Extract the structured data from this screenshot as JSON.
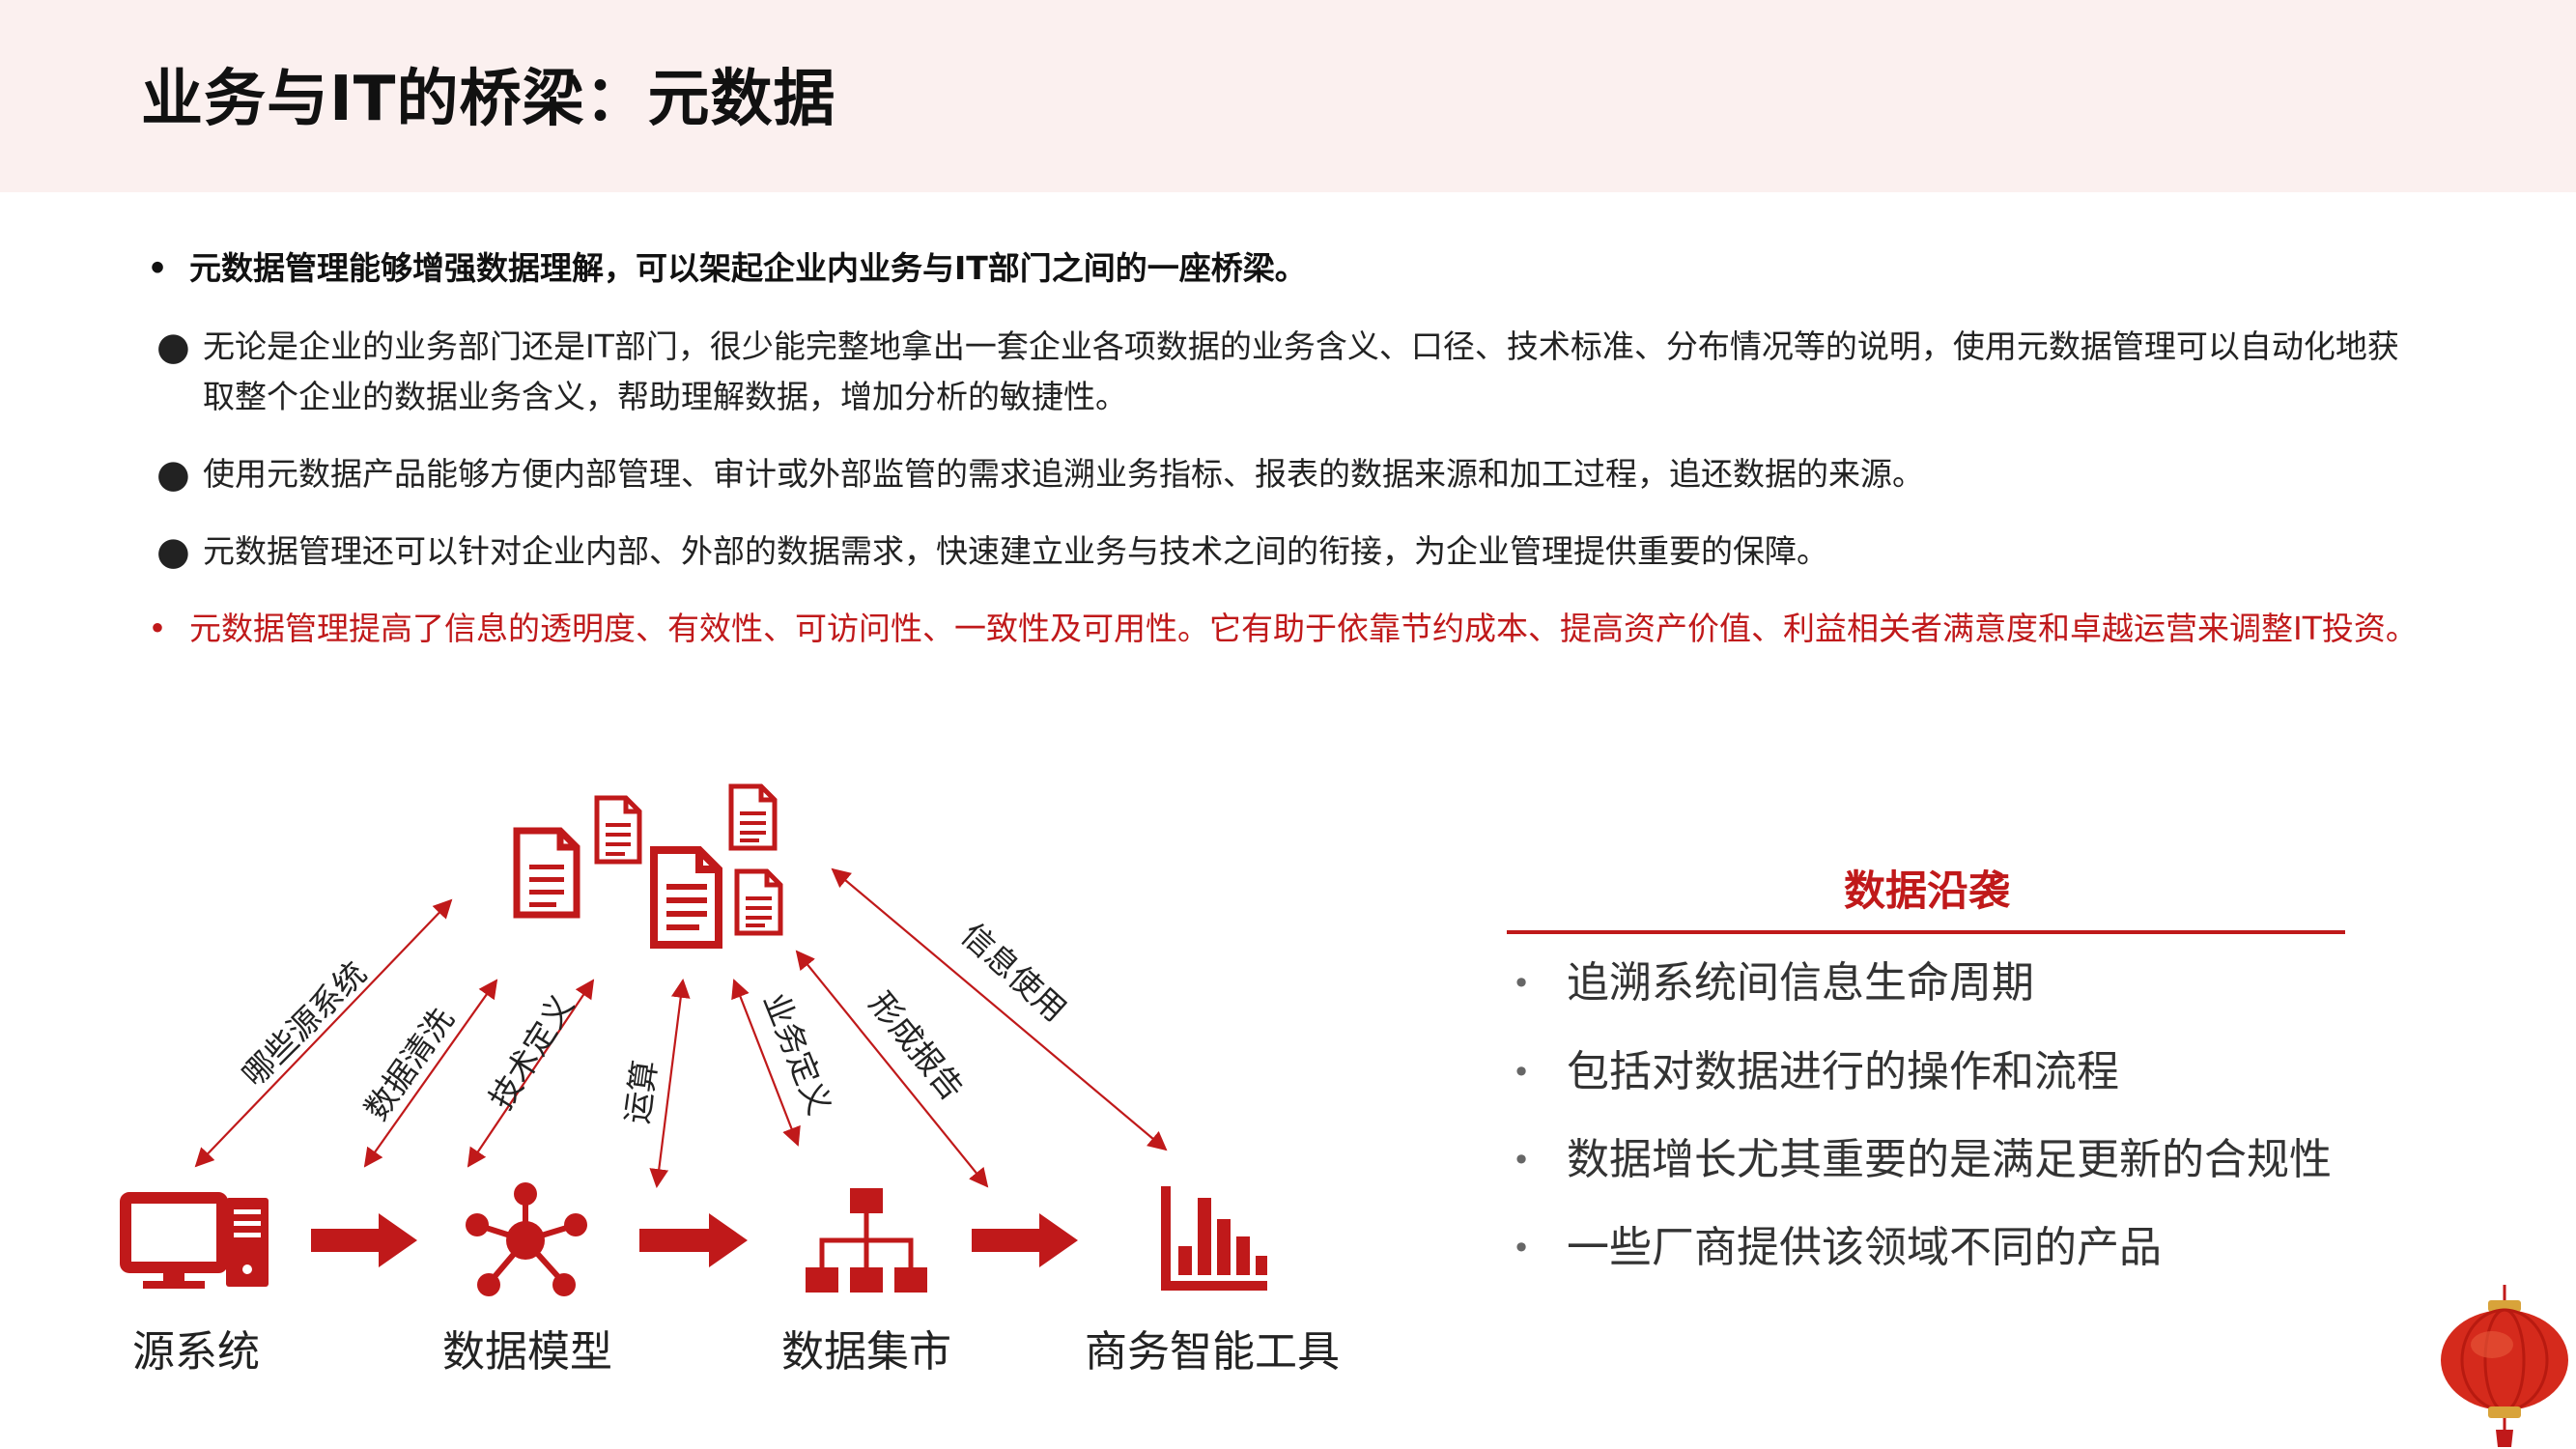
{
  "header": {
    "title": "业务与IT的桥梁：元数据"
  },
  "bullets": [
    {
      "marker": "•",
      "style": "bold",
      "text": "元数据管理能够增强数据理解，可以架起企业内业务与IT部门之间的一座桥梁。"
    },
    {
      "marker": "●",
      "style": "normal",
      "text": "无论是企业的业务部门还是IT部门，很少能完整地拿出一套企业各项数据的业务含义、口径、技术标准、分布情况等的说明，使用元数据管理可以自动化地获取整个企业的数据业务含义，帮助理解数据，增加分析的敏捷性。"
    },
    {
      "marker": "●",
      "style": "normal",
      "text": "使用元数据产品能够方便内部管理、审计或外部监管的需求追溯业务指标、报表的数据来源和加工过程，追还数据的来源。"
    },
    {
      "marker": "●",
      "style": "normal",
      "text": "元数据管理还可以针对企业内部、外部的数据需求，快速建立业务与技术之间的衔接，为企业管理提供重要的保障。"
    },
    {
      "marker": "•",
      "style": "red",
      "text": "元数据管理提高了信息的透明度、有效性、可访问性、一致性及可用性。它有助于依靠节约成本、提高资产价值、利益相关者满意度和卓越运营来调整IT投资。"
    }
  ],
  "diagram": {
    "nodes": [
      {
        "label": "源系统",
        "icon": "computer-icon"
      },
      {
        "label": "数据模型",
        "icon": "network-icon"
      },
      {
        "label": "数据集市",
        "icon": "hierarchy-icon"
      },
      {
        "label": "商务智能工具",
        "icon": "bar-chart-icon"
      }
    ],
    "links": [
      "哪些源系统",
      "数据清洗",
      "技术定义",
      "运算",
      "业务定义",
      "形成报告",
      "信息使用"
    ],
    "center_icon": "documents-icon",
    "accent": "#c0191a"
  },
  "panel": {
    "title": "数据沿袭",
    "items": [
      "追溯系统间信息生命周期",
      "包括对数据进行的操作和流程",
      "数据增长尤其重要的是满足更新的合规性",
      "一些厂商提供该领域不同的产品"
    ]
  },
  "decoration": {
    "icon": "lantern-icon"
  }
}
